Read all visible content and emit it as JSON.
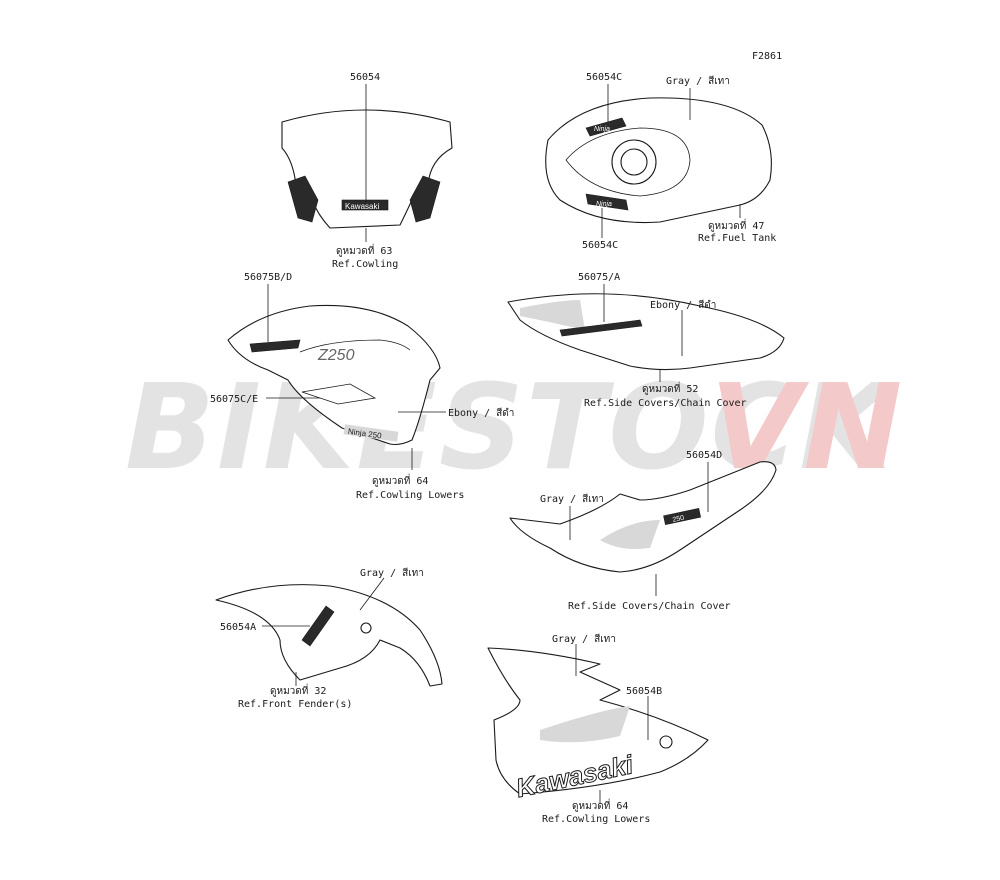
{
  "figure_code": "F2861",
  "watermark": {
    "part1": "BIKESTOCK",
    "part2": "VN",
    "color1": "#e3e3e3",
    "color2": "#f3c9c9"
  },
  "callouts": {
    "windshield_part": "56054",
    "windshield_ref_th": "ดูหมวดที่ 63",
    "windshield_ref": "Ref.Cowling",
    "tank_part_top": "56054C",
    "tank_color": "Gray / สีเทา",
    "tank_part_bottom": "56054C",
    "tank_ref_th": "ดูหมวดที่ 47",
    "tank_ref": "Ref.Fuel Tank",
    "side_part_top": "56075B/D",
    "side_part_mid": "56075C/E",
    "side_color": "Ebony / สีดำ",
    "side_ref_th": "ดูหมวดที่ 64",
    "side_ref": "Ref.Cowling Lowers",
    "seat_part": "56075/A",
    "seat_color": "Ebony / สีดำ",
    "seat_ref_th": "ดูหมวดที่ 52",
    "seat_ref": "Ref.Side Covers/Chain Cover",
    "tail_part": "56054D",
    "tail_color": "Gray / สีเทา",
    "tail_ref": "Ref.Side Covers/Chain Cover",
    "fender_color": "Gray / สีเทา",
    "fender_part": "56054A",
    "fender_ref_th": "ดูหมวดที่ 32",
    "fender_ref": "Ref.Front Fender(s)",
    "lower_color": "Gray / สีเทา",
    "lower_part": "56054B",
    "lower_ref_th": "ดูหมวดที่ 64",
    "lower_ref": "Ref.Cowling Lowers"
  },
  "decals": {
    "windshield_logo": "Kawasaki",
    "tank_logo": "Ninja",
    "side_model": "Z250",
    "side_small": "Ninja 250",
    "tail_model": "250",
    "lower_logo": "Kawasaki"
  }
}
